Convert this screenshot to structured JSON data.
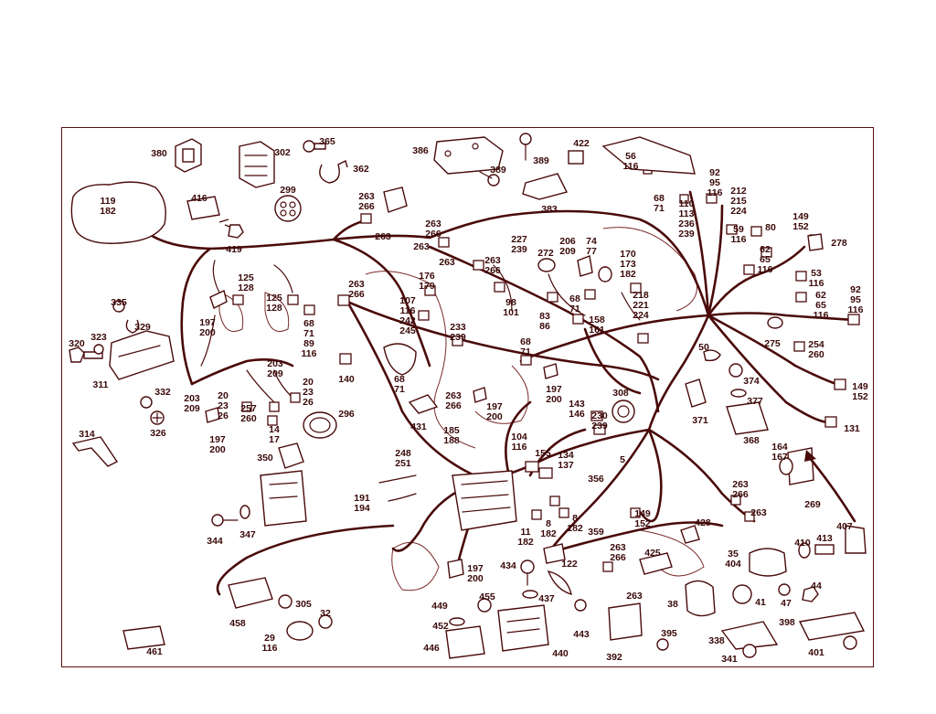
{
  "labels": [
    {
      "id": "l380",
      "text": "380"
    },
    {
      "id": "l302",
      "text": "302"
    },
    {
      "id": "l365",
      "text": "365"
    },
    {
      "id": "l362",
      "text": "362"
    },
    {
      "id": "l386",
      "text": "386"
    },
    {
      "id": "l389a",
      "text": "389"
    },
    {
      "id": "l389b",
      "text": "389"
    },
    {
      "id": "l422",
      "text": "422"
    },
    {
      "id": "l56",
      "text": "56\n116"
    },
    {
      "id": "l299",
      "text": "299"
    },
    {
      "id": "l416",
      "text": "416"
    },
    {
      "id": "l119",
      "text": "119\n182"
    },
    {
      "id": "l419",
      "text": "419"
    },
    {
      "id": "l263a",
      "text": "263\n266"
    },
    {
      "id": "l263b",
      "text": "263"
    },
    {
      "id": "l383",
      "text": "383"
    },
    {
      "id": "l263c",
      "text": "263\n266"
    },
    {
      "id": "l92a",
      "text": "92\n95\n116"
    },
    {
      "id": "l212",
      "text": "212\n215\n224"
    },
    {
      "id": "l68a",
      "text": "68\n71"
    },
    {
      "id": "l110",
      "text": "110\n113\n236\n239"
    },
    {
      "id": "l149a",
      "text": "149\n152"
    },
    {
      "id": "l227",
      "text": "227\n239"
    },
    {
      "id": "l206",
      "text": "206\n209"
    },
    {
      "id": "l74",
      "text": "74\n77"
    },
    {
      "id": "l263d",
      "text": "263"
    },
    {
      "id": "l272",
      "text": "272"
    },
    {
      "id": "l263e",
      "text": "263"
    },
    {
      "id": "l263f",
      "text": "263\n266"
    },
    {
      "id": "l170",
      "text": "170\n173\n182"
    },
    {
      "id": "l59",
      "text": "59\n116"
    },
    {
      "id": "l80",
      "text": "80"
    },
    {
      "id": "l278",
      "text": "278"
    },
    {
      "id": "l62a",
      "text": "62\n65\n116"
    },
    {
      "id": "l176",
      "text": "176\n179"
    },
    {
      "id": "l125a",
      "text": "125\n128"
    },
    {
      "id": "l263g",
      "text": "263\n266"
    },
    {
      "id": "l53",
      "text": "53\n116"
    },
    {
      "id": "l92b",
      "text": "92\n95\n116"
    },
    {
      "id": "l62b",
      "text": "62\n65\n116"
    },
    {
      "id": "l125b",
      "text": "125\n128"
    },
    {
      "id": "l335",
      "text": "335"
    },
    {
      "id": "l197a",
      "text": "197\n200"
    },
    {
      "id": "l68b",
      "text": "68\n71\n89\n116"
    },
    {
      "id": "l107",
      "text": "107\n116\n242\n245"
    },
    {
      "id": "l98",
      "text": "98\n101"
    },
    {
      "id": "l83",
      "text": "83\n86"
    },
    {
      "id": "l68c",
      "text": "68\n71"
    },
    {
      "id": "l218",
      "text": "218\n221\n224"
    },
    {
      "id": "l158",
      "text": "158\n161"
    },
    {
      "id": "l233",
      "text": "233\n239"
    },
    {
      "id": "l323",
      "text": "323"
    },
    {
      "id": "l329",
      "text": "329"
    },
    {
      "id": "l320",
      "text": "320"
    },
    {
      "id": "l68d",
      "text": "68\n71"
    },
    {
      "id": "l50",
      "text": "50"
    },
    {
      "id": "l275",
      "text": "275"
    },
    {
      "id": "l254",
      "text": "254\n260"
    },
    {
      "id": "l203a",
      "text": "203\n209"
    },
    {
      "id": "l311",
      "text": "311"
    },
    {
      "id": "l140",
      "text": "140"
    },
    {
      "id": "l68e",
      "text": "68\n71"
    },
    {
      "id": "l374",
      "text": "374"
    },
    {
      "id": "l332",
      "text": "332"
    },
    {
      "id": "l203b",
      "text": "203\n209"
    },
    {
      "id": "l20a",
      "text": "20\n23\n26"
    },
    {
      "id": "l20b",
      "text": "20\n23\n26"
    },
    {
      "id": "l257",
      "text": "257\n260"
    },
    {
      "id": "l263h",
      "text": "263\n266"
    },
    {
      "id": "l197b",
      "text": "197\n200"
    },
    {
      "id": "l197c",
      "text": "197\n200"
    },
    {
      "id": "l377",
      "text": "377"
    },
    {
      "id": "l149b",
      "text": "149\n152"
    },
    {
      "id": "l308",
      "text": "308"
    },
    {
      "id": "l326",
      "text": "326"
    },
    {
      "id": "l296",
      "text": "296"
    },
    {
      "id": "l143",
      "text": "143\n146"
    },
    {
      "id": "l230",
      "text": "230\n239"
    },
    {
      "id": "l371",
      "text": "371"
    },
    {
      "id": "l14",
      "text": "14\n17"
    },
    {
      "id": "l431",
      "text": "431"
    },
    {
      "id": "l185",
      "text": "185\n188"
    },
    {
      "id": "l131",
      "text": "131"
    },
    {
      "id": "l314",
      "text": "314"
    },
    {
      "id": "l197d",
      "text": "197\n200"
    },
    {
      "id": "l104",
      "text": "104\n116"
    },
    {
      "id": "l368",
      "text": "368"
    },
    {
      "id": "l164",
      "text": "164\n167"
    },
    {
      "id": "l248",
      "text": "248\n251"
    },
    {
      "id": "l155",
      "text": "155"
    },
    {
      "id": "l134",
      "text": "134\n137"
    },
    {
      "id": "l5",
      "text": "5"
    },
    {
      "id": "l350",
      "text": "350"
    },
    {
      "id": "l356",
      "text": "356"
    },
    {
      "id": "l263i",
      "text": "263\n266"
    },
    {
      "id": "l269",
      "text": "269"
    },
    {
      "id": "l191",
      "text": "191\n194"
    },
    {
      "id": "l263j",
      "text": "263"
    },
    {
      "id": "l149c",
      "text": "149\n152"
    },
    {
      "id": "l8a",
      "text": "8\n182"
    },
    {
      "id": "l8b",
      "text": "8\n182"
    },
    {
      "id": "l344",
      "text": "344"
    },
    {
      "id": "l347",
      "text": "347"
    },
    {
      "id": "l359",
      "text": "359"
    },
    {
      "id": "l428",
      "text": "428"
    },
    {
      "id": "l11",
      "text": "11\n182"
    },
    {
      "id": "l407",
      "text": "407"
    },
    {
      "id": "l410",
      "text": "410"
    },
    {
      "id": "l413",
      "text": "413"
    },
    {
      "id": "l263k",
      "text": "263\n266"
    },
    {
      "id": "l425",
      "text": "425"
    },
    {
      "id": "l35",
      "text": "35\n404"
    },
    {
      "id": "l122",
      "text": "122"
    },
    {
      "id": "l434",
      "text": "434"
    },
    {
      "id": "l197e",
      "text": "197\n200"
    },
    {
      "id": "l437",
      "text": "437"
    },
    {
      "id": "l263l",
      "text": "263"
    },
    {
      "id": "l44",
      "text": "44"
    },
    {
      "id": "l38",
      "text": "38"
    },
    {
      "id": "l41",
      "text": "41"
    },
    {
      "id": "l47",
      "text": "47"
    },
    {
      "id": "l305",
      "text": "305"
    },
    {
      "id": "l449",
      "text": "449"
    },
    {
      "id": "l455",
      "text": "455"
    },
    {
      "id": "l458",
      "text": "458"
    },
    {
      "id": "l32",
      "text": "32"
    },
    {
      "id": "l443",
      "text": "443"
    },
    {
      "id": "l398",
      "text": "398"
    },
    {
      "id": "l452",
      "text": "452"
    },
    {
      "id": "l395",
      "text": "395"
    },
    {
      "id": "l338",
      "text": "338"
    },
    {
      "id": "l29",
      "text": "29\n116"
    },
    {
      "id": "l446",
      "text": "446"
    },
    {
      "id": "l440",
      "text": "440"
    },
    {
      "id": "l461",
      "text": "461"
    },
    {
      "id": "l392",
      "text": "392"
    },
    {
      "id": "l341",
      "text": "341"
    },
    {
      "id": "l401",
      "text": "401"
    }
  ],
  "colors": {
    "line": "#4a0a0a",
    "text": "#3a0808",
    "frame": "#5a1010"
  }
}
